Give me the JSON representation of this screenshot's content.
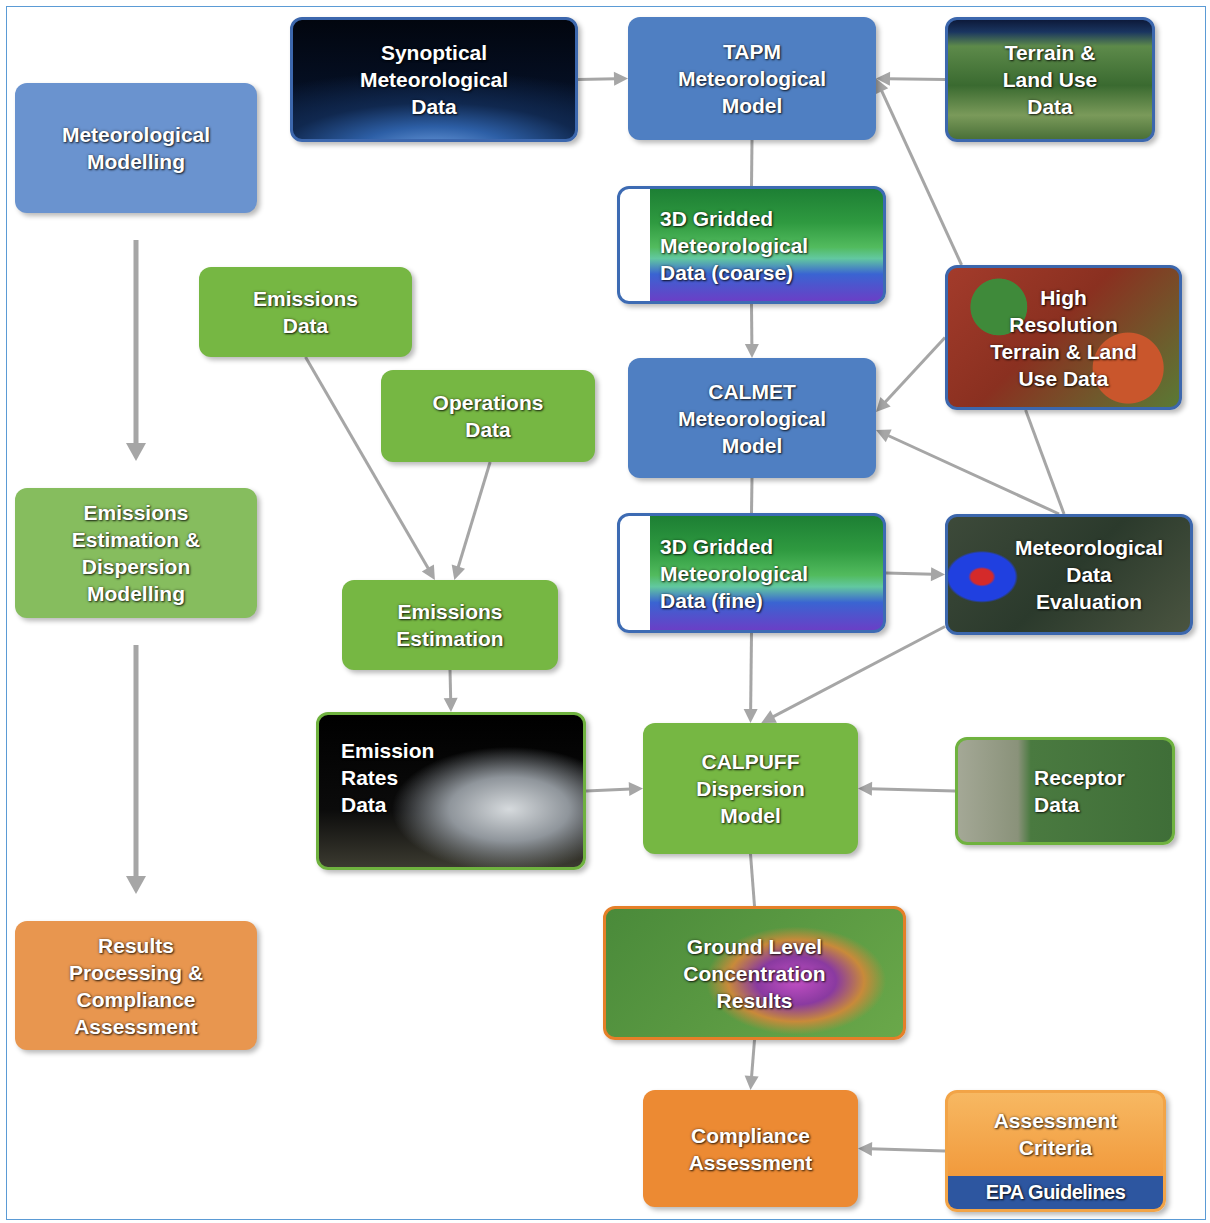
{
  "diagram": {
    "nodes": [
      {
        "text": [
          "Meteorological Modelling"
        ]
      },
      {
        "text": [
          "Synoptical Meteorological Data"
        ]
      },
      {
        "text": [
          "TAPM Meteorological Model"
        ]
      },
      {
        "text": [
          "Terrain & Land Use Data"
        ]
      },
      {
        "text": [
          "3D Gridded Meteorological Data (coarse)"
        ]
      },
      {
        "text": [
          "Emissions Data"
        ]
      },
      {
        "text": [
          "High Resolution Terrain & Land Use Data"
        ]
      },
      {
        "text": [
          "Operations Data"
        ]
      },
      {
        "text": [
          "CALMET Meteorological Model"
        ]
      },
      {
        "text": [
          "Emissions Estimation & Dispersion Modelling"
        ]
      },
      {
        "text": [
          "Emissions Estimation"
        ]
      },
      {
        "text": [
          "3D Gridded Meteorological Data (fine)"
        ]
      },
      {
        "text": [
          "Meteorological Data Evaluation"
        ]
      },
      {
        "text": [
          "Emission Rates Data"
        ]
      },
      {
        "text": [
          "CALPUFF Dispersion Model"
        ]
      },
      {
        "text": [
          "Receptor Data"
        ]
      },
      {
        "text": [
          "Results Processing & Compliance Assessment"
        ]
      },
      {
        "text": [
          "Ground Level Concentration Results"
        ]
      },
      {
        "text": [
          "Compliance Assessment"
        ]
      },
      {
        "text": [
          "Assessment Criteria",
          "EPA Guidelines"
        ]
      }
    ],
    "edges": [
      {
        "from": 1,
        "to": 2,
        "arrow": "to"
      },
      {
        "from": 3,
        "to": 2,
        "arrow": "to"
      },
      {
        "from": 2,
        "to": 4,
        "arrow": "none"
      },
      {
        "from": 4,
        "to": 8,
        "arrow": "to"
      },
      {
        "from": 6,
        "to": 2,
        "arrow": "to"
      },
      {
        "from": 6,
        "to": 8,
        "arrow": "to"
      },
      {
        "from": 6,
        "to": 12,
        "arrow": "none"
      },
      {
        "from": 12,
        "to": 8,
        "arrow": "to"
      },
      {
        "from": 8,
        "to": 11,
        "arrow": "none"
      },
      {
        "from": 11,
        "to": 12,
        "arrow": "to"
      },
      {
        "from": 11,
        "to": 14,
        "arrow": "to"
      },
      {
        "from": 12,
        "to": 14,
        "arrow": "to"
      },
      {
        "from": 5,
        "to": 10,
        "arrow": "to"
      },
      {
        "from": 7,
        "to": 10,
        "arrow": "to"
      },
      {
        "from": 10,
        "to": 13,
        "arrow": "to"
      },
      {
        "from": 13,
        "to": 14,
        "arrow": "to"
      },
      {
        "from": 15,
        "to": 14,
        "arrow": "to"
      },
      {
        "from": 14,
        "to": 17,
        "arrow": "none"
      },
      {
        "from": 17,
        "to": 18,
        "arrow": "to"
      },
      {
        "from": 19,
        "to": 18,
        "arrow": "to"
      },
      {
        "from": 0,
        "to": 9,
        "arrow": "to"
      },
      {
        "from": 9,
        "to": 16,
        "arrow": "to"
      }
    ]
  }
}
